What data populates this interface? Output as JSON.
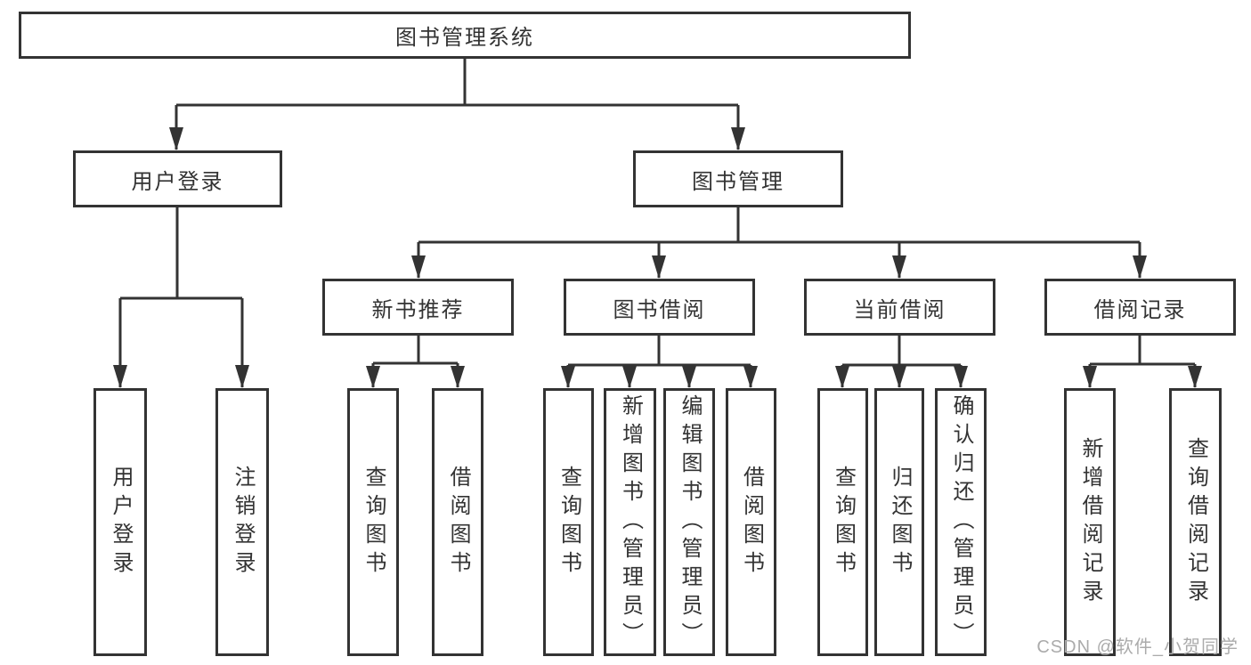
{
  "diagram": {
    "root": {
      "label": "图书管理系统"
    },
    "level2": [
      {
        "label": "用户登录"
      },
      {
        "label": "图书管理"
      }
    ],
    "level3": [
      {
        "label": "新书推荐"
      },
      {
        "label": "图书借阅"
      },
      {
        "label": "当前借阅"
      },
      {
        "label": "借阅记录"
      }
    ],
    "leaves": [
      {
        "label": "用户登录"
      },
      {
        "label": "注销登录"
      },
      {
        "label": "查询图书"
      },
      {
        "label": "借阅图书"
      },
      {
        "label": "查询图书"
      },
      {
        "label": "新增图书（管理员）"
      },
      {
        "label": "编辑图书（管理员）"
      },
      {
        "label": "借阅图书"
      },
      {
        "label": "查询图书"
      },
      {
        "label": "归还图书"
      },
      {
        "label": "确认归还（管理员）"
      },
      {
        "label": "新增借阅记录"
      },
      {
        "label": "查询借阅记录"
      }
    ],
    "watermark": "CSDN @软件_小贺同学",
    "colors": {
      "line": "#333333",
      "box_border": "#333333",
      "box_fill": "#ffffff",
      "text": "#333333",
      "watermark": "#ababab"
    }
  }
}
